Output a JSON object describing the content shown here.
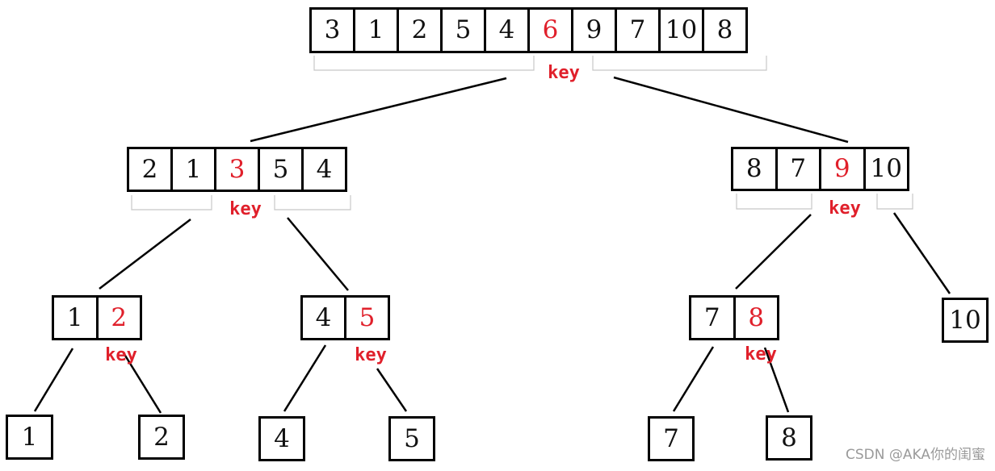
{
  "key_label": "key",
  "watermark": "CSDN @AKA你的闺蜜",
  "colors": {
    "pivot": "#e0202b",
    "bracket": "#c8c8c8",
    "line": "#000000"
  },
  "arrays": {
    "root": [
      "3",
      "1",
      "2",
      "5",
      "4",
      "6",
      "9",
      "7",
      "10",
      "8"
    ],
    "left": [
      "2",
      "1",
      "3",
      "5",
      "4"
    ],
    "right": [
      "8",
      "7",
      "9",
      "10"
    ],
    "left_left": [
      "1",
      "2"
    ],
    "left_right": [
      "4",
      "5"
    ],
    "right_left": [
      "7",
      "8"
    ],
    "right_right": [
      "10"
    ],
    "leaf_1": [
      "1"
    ],
    "leaf_2": [
      "2"
    ],
    "leaf_4": [
      "4"
    ],
    "leaf_5": [
      "5"
    ],
    "leaf_7": [
      "7"
    ],
    "leaf_8": [
      "8"
    ]
  }
}
